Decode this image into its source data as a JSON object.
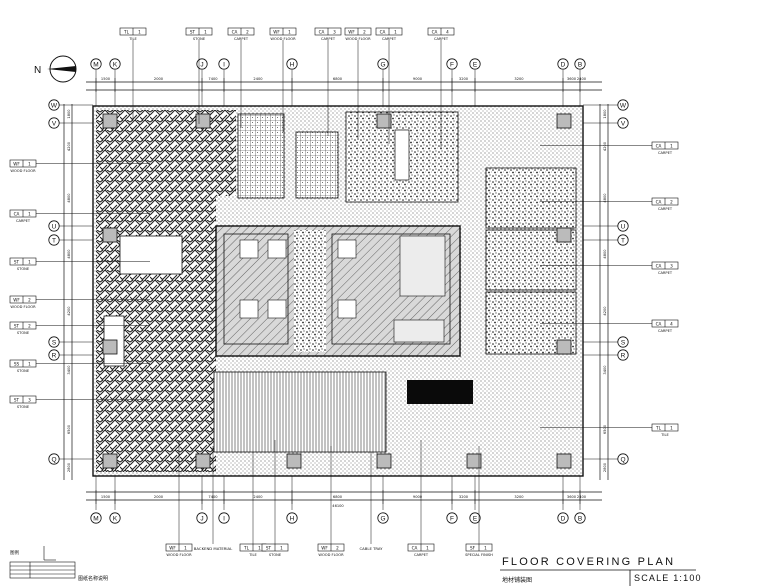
{
  "title": "FLOOR COVERING PLAN",
  "title_cn": "地材铺装图",
  "scale": "SCALE 1:100",
  "north_label": "N",
  "grid_top": [
    "M",
    "K",
    "J",
    "I",
    "H",
    "G",
    "F",
    "E",
    "D",
    "B"
  ],
  "grid_left": [
    "W",
    "V",
    "U",
    "T",
    "S",
    "R",
    "Q"
  ],
  "grid_right": [
    "W",
    "V",
    "U",
    "T",
    "S",
    "R",
    "Q"
  ],
  "dimensions_top": [
    "1500",
    "2000",
    "7400",
    "2400",
    "6800",
    "9000",
    "3200",
    "3200",
    "3600",
    "2400"
  ],
  "dimensions_bottom": [
    "1500",
    "2000",
    "7400",
    "2400",
    "6800",
    "9000",
    "3200",
    "3200",
    "3600",
    "2400"
  ],
  "dimension_overall": "46100",
  "dimensions_left": [
    "1800",
    "4200",
    "4800",
    "4800",
    "4200",
    "3400",
    "6500",
    "2800"
  ],
  "tags_top": [
    {
      "code": "TL",
      "num": "1",
      "desc": "TILE"
    },
    {
      "code": "ST",
      "num": "1",
      "desc": "STONE"
    },
    {
      "code": "CA",
      "num": "2",
      "desc": "CARPET"
    },
    {
      "code": "WF",
      "num": "1",
      "desc": "WOOD FLOOR"
    },
    {
      "code": "CA",
      "num": "3",
      "desc": "CARPET"
    },
    {
      "code": "WF",
      "num": "2",
      "desc": "WOOD FLOOR"
    },
    {
      "code": "CA",
      "num": "1",
      "desc": "CARPET"
    },
    {
      "code": "CA",
      "num": "4",
      "desc": "CARPET"
    }
  ],
  "tags_left": [
    {
      "code": "WF",
      "num": "1",
      "desc": "WOOD FLOOR"
    },
    {
      "code": "CA",
      "num": "1",
      "desc": "CARPET"
    },
    {
      "code": "ST",
      "num": "1",
      "desc": "STONE"
    },
    {
      "code": "WF",
      "num": "2",
      "desc": "WOOD FLOOR"
    },
    {
      "code": "ST",
      "num": "2",
      "desc": "STONE"
    },
    {
      "code": "SS",
      "num": "1",
      "desc": "STONE"
    },
    {
      "code": "ST",
      "num": "3",
      "desc": "STONE"
    }
  ],
  "tags_right": [
    {
      "code": "CA",
      "num": "1",
      "desc": "CARPET"
    },
    {
      "code": "CA",
      "num": "2",
      "desc": "CARPET"
    },
    {
      "code": "CA",
      "num": "3",
      "desc": "CARPET"
    },
    {
      "code": "CA",
      "num": "4",
      "desc": "CARPET"
    },
    {
      "code": "TL",
      "num": "1",
      "desc": "TILE"
    }
  ],
  "tags_bottom": [
    {
      "code": "WF",
      "num": "1",
      "desc": "WOOD FLOOR"
    },
    {
      "code": "",
      "num": "",
      "desc": "BACKEND MATERIAL"
    },
    {
      "code": "TL",
      "num": "1",
      "desc": "TILE"
    },
    {
      "code": "ST",
      "num": "1",
      "desc": "STONE"
    },
    {
      "code": "WF",
      "num": "2",
      "desc": "WOOD FLOOR"
    },
    {
      "code": "",
      "num": "",
      "desc": "CABLE TRAY"
    },
    {
      "code": "CA",
      "num": "1",
      "desc": "CARPET"
    },
    {
      "code": "SF",
      "num": "1",
      "desc": "SPECIAL FINISH"
    }
  ],
  "legend_note": "图纸名称说明"
}
